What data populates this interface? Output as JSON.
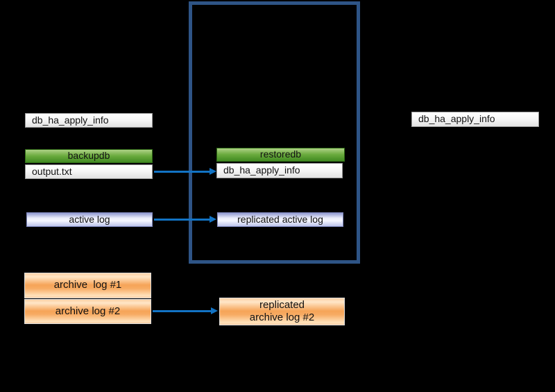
{
  "diagram": {
    "source": {
      "apply_info_table": "db_ha_apply_info",
      "backupdb_label": "backupdb",
      "output_file": "output.txt",
      "active_log": "active log",
      "archive_log_1": "archive  log #1",
      "archive_log_2": "archive log #2"
    },
    "restore_host": {
      "restoredb_label": "restoredb",
      "apply_info_table": "db_ha_apply_info",
      "replicated_active_log": "replicated active log",
      "replicated_archive_log_2": "replicated\narchive log #2"
    },
    "target": {
      "apply_info_table": "db_ha_apply_info"
    },
    "colors": {
      "background": "#000000",
      "frame_border": "#2e5486",
      "arrow": "#1273c4",
      "green_box": "#6bab3e",
      "lavender_box": "#bcc3ea",
      "orange_box": "#f6a458",
      "white_box": "#ffffff"
    }
  }
}
